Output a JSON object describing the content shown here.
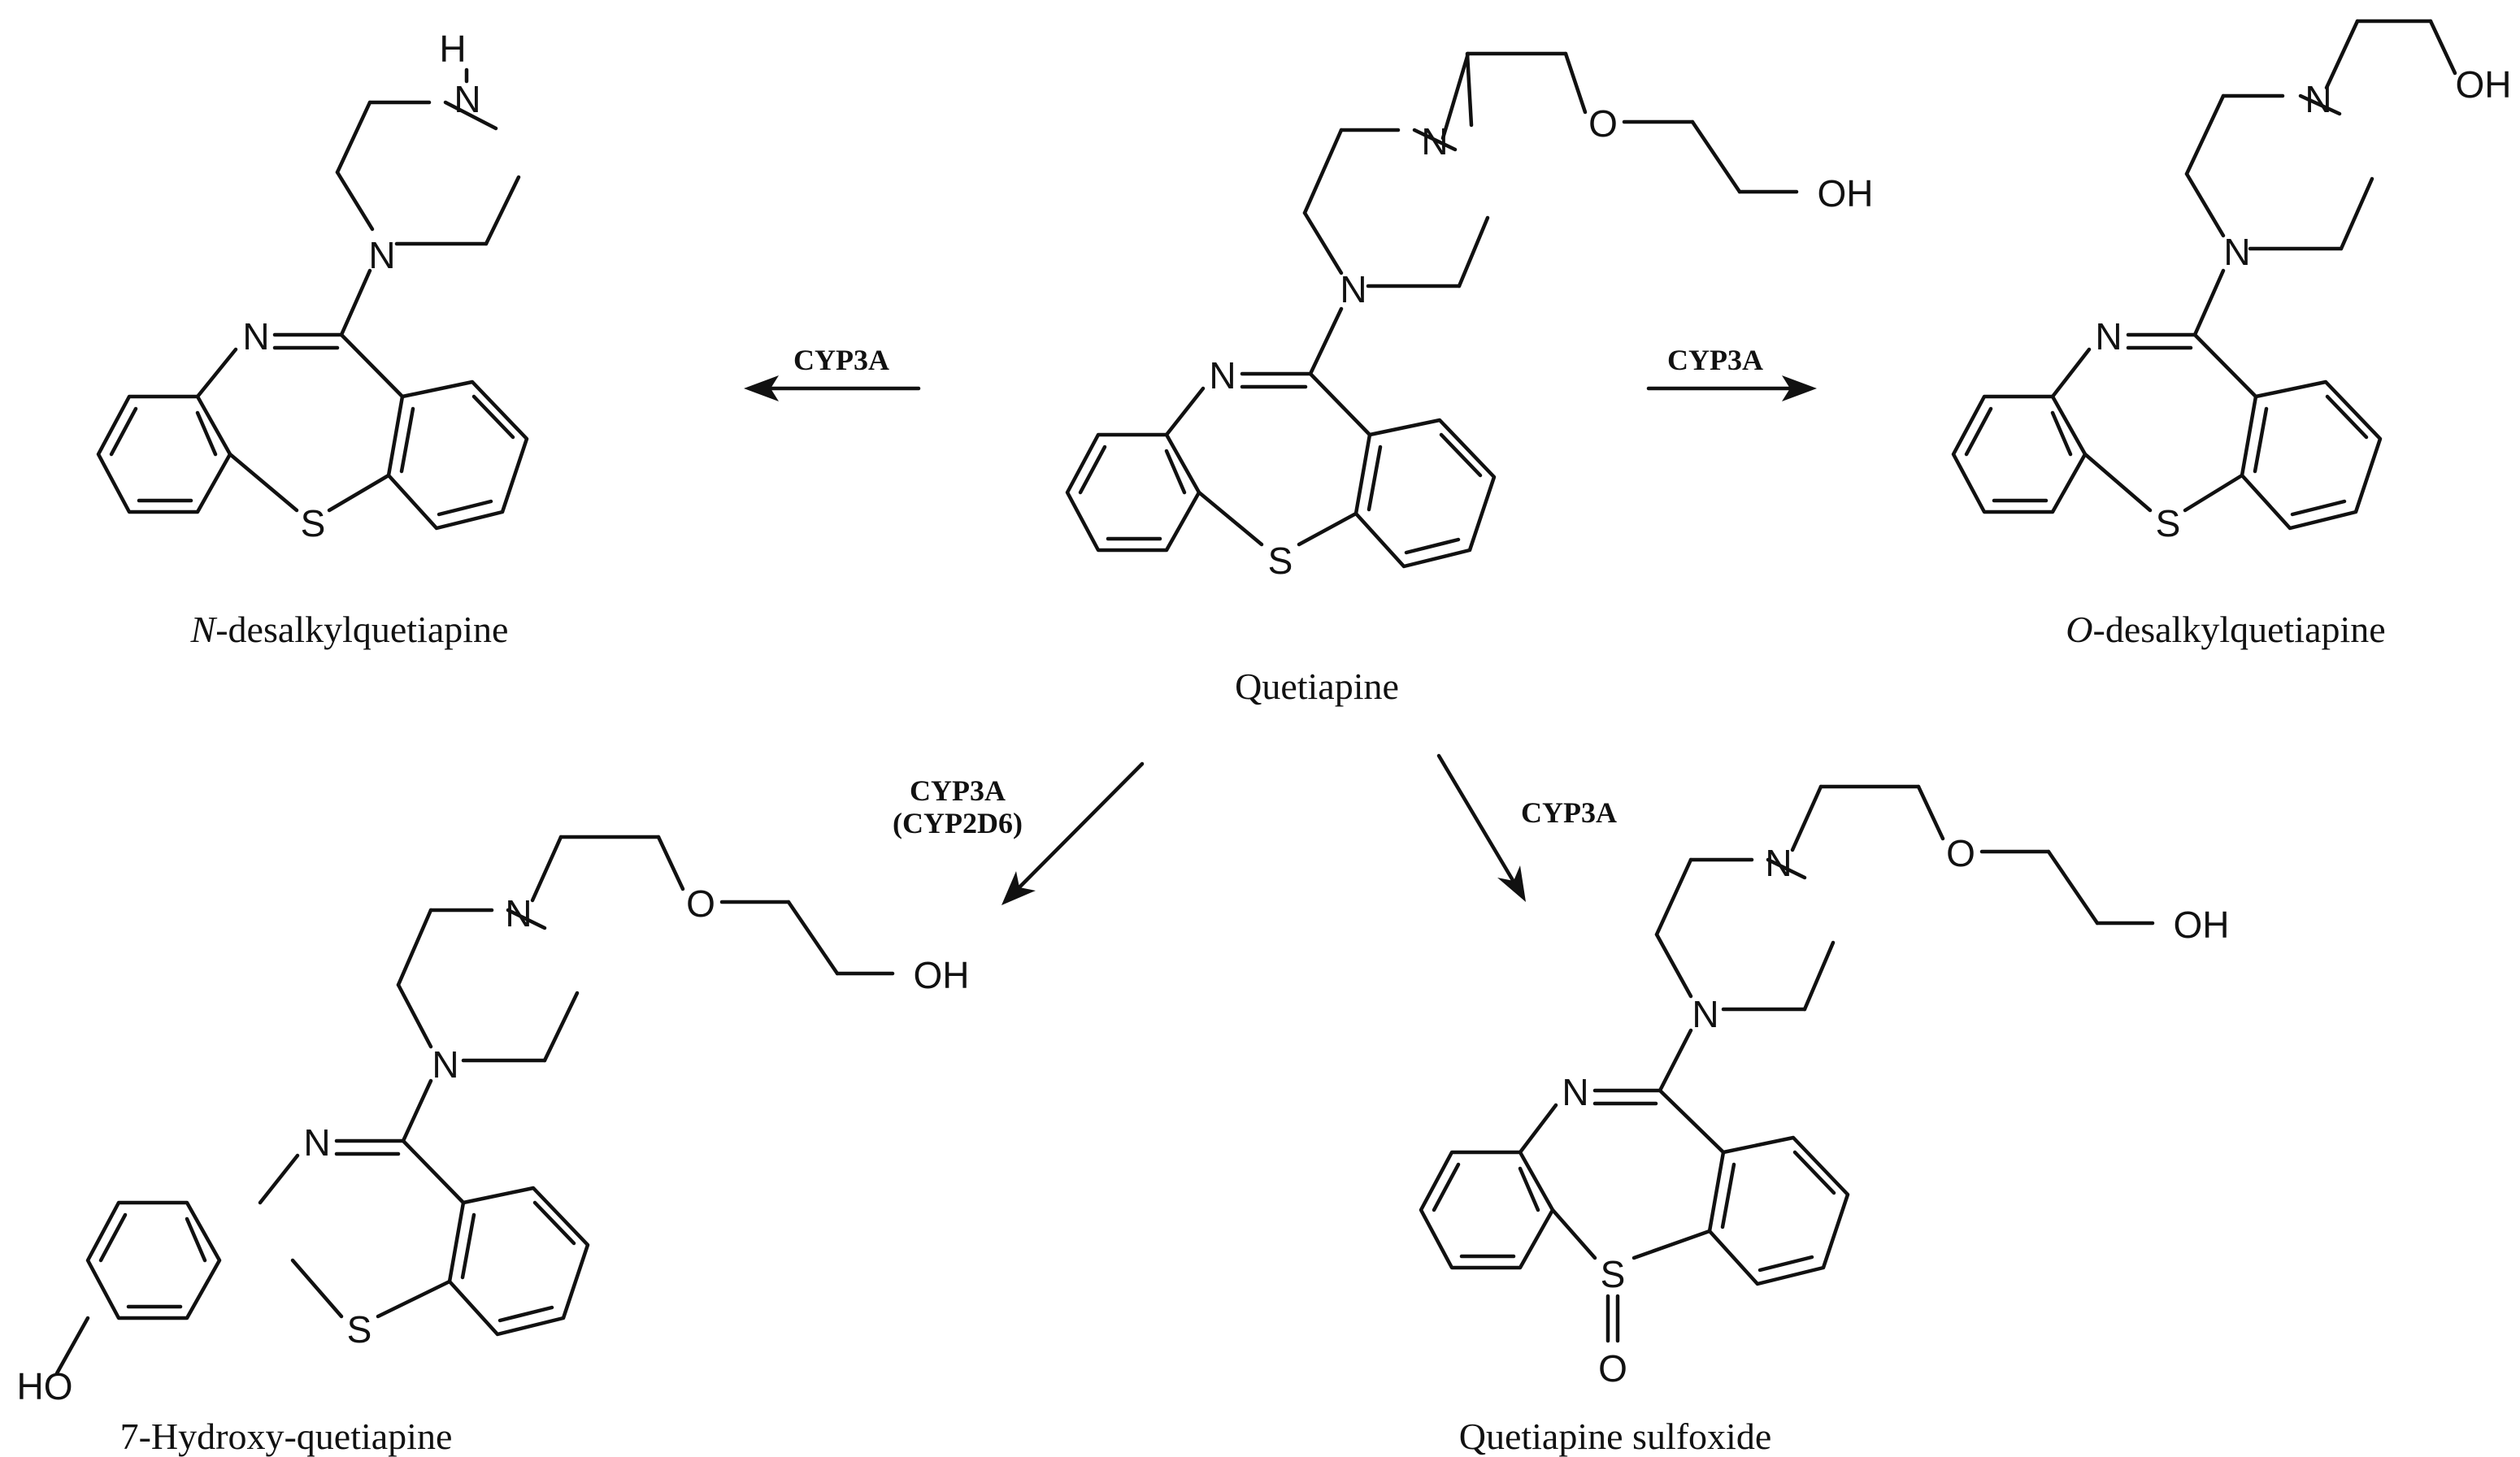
{
  "molecules": [
    {
      "id": "n_desalkyl",
      "name_italic": "N",
      "name_rest": "-desalkylquetiapine",
      "atoms": {
        "nh": "H",
        "n_top": "N",
        "n_link": "N",
        "n_ring": "N",
        "s": "S"
      }
    },
    {
      "id": "quetiapine",
      "name": "Quetiapine",
      "atoms": {
        "n_top": "N",
        "o_ether": "O",
        "oh": "OH",
        "n_link": "N",
        "n_ring": "N",
        "s": "S"
      }
    },
    {
      "id": "o_desalkyl",
      "name_italic": "O",
      "name_rest": "-desalkylquetiapine",
      "atoms": {
        "n_top": "N",
        "oh": "OH",
        "n_link": "N",
        "n_ring": "N",
        "s": "S"
      }
    },
    {
      "id": "hydroxy",
      "name": "7-Hydroxy-quetiapine",
      "atoms": {
        "n_top": "N",
        "o_ether": "O",
        "oh": "OH",
        "n_link": "N",
        "n_ring": "N",
        "s": "S",
        "ho": "HO"
      }
    },
    {
      "id": "sulfoxide",
      "name": "Quetiapine sulfoxide",
      "atoms": {
        "n_top": "N",
        "o_ether": "O",
        "oh": "OH",
        "n_link": "N",
        "n_ring": "N",
        "s": "S",
        "o_sulf": "O"
      }
    }
  ],
  "enzymes": {
    "to_n_desalkyl": "CYP3A",
    "to_o_desalkyl": "CYP3A",
    "to_hydroxy": [
      "CYP3A",
      "(CYP2D6)"
    ],
    "to_sulfoxide": "CYP3A"
  }
}
